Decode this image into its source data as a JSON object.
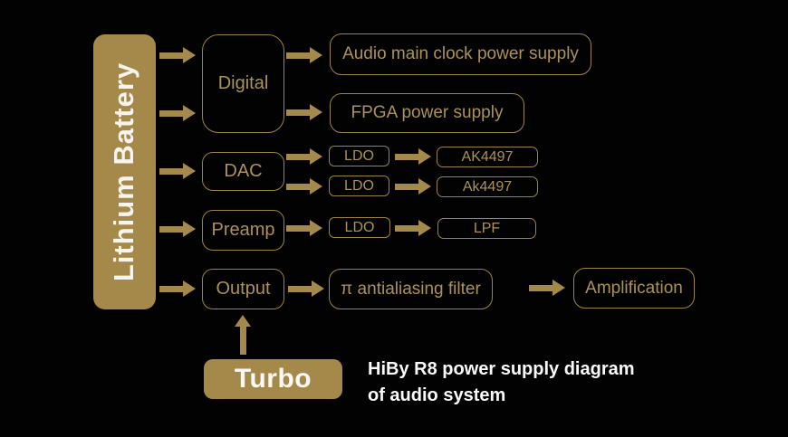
{
  "title": "HiBy R8 power supply diagram of audio system",
  "colors": {
    "background": "#020202",
    "gold_fill": "#a5894b",
    "gold_border": "#9c8446",
    "gold_text": "#ac9254",
    "white_text": "#f7f4ee"
  },
  "battery": {
    "label": "Lithium Battery"
  },
  "nodes": {
    "digital": "Digital",
    "dac": "DAC",
    "preamp": "Preamp",
    "output": "Output",
    "audio_clock": "Audio main clock power supply",
    "fpga": "FPGA power supply",
    "ldo1": "LDO",
    "ldo2": "LDO",
    "ldo3": "LDO",
    "ak4497_a": "AK4497",
    "ak4497_b": "Ak4497",
    "lpf": "LPF",
    "pi_filter": "π antialiasing filter",
    "amplification": "Amplification",
    "turbo": "Turbo"
  },
  "edges": [
    {
      "from": "lithium_battery",
      "to": "digital",
      "note": "upper"
    },
    {
      "from": "lithium_battery",
      "to": "digital",
      "note": "lower"
    },
    {
      "from": "lithium_battery",
      "to": "dac"
    },
    {
      "from": "lithium_battery",
      "to": "preamp"
    },
    {
      "from": "lithium_battery",
      "to": "output"
    },
    {
      "from": "digital",
      "to": "audio_clock"
    },
    {
      "from": "digital",
      "to": "fpga"
    },
    {
      "from": "dac",
      "to": "ldo1"
    },
    {
      "from": "dac",
      "to": "ldo2"
    },
    {
      "from": "ldo1",
      "to": "ak4497_a"
    },
    {
      "from": "ldo2",
      "to": "ak4497_b"
    },
    {
      "from": "preamp",
      "to": "ldo3"
    },
    {
      "from": "ldo3",
      "to": "lpf"
    },
    {
      "from": "output",
      "to": "pi_filter"
    },
    {
      "from": "pi_filter",
      "to": "amplification"
    },
    {
      "from": "turbo",
      "to": "output"
    }
  ],
  "caption": {
    "line1": "HiBy R8 power supply diagram",
    "line2": "of audio system"
  }
}
